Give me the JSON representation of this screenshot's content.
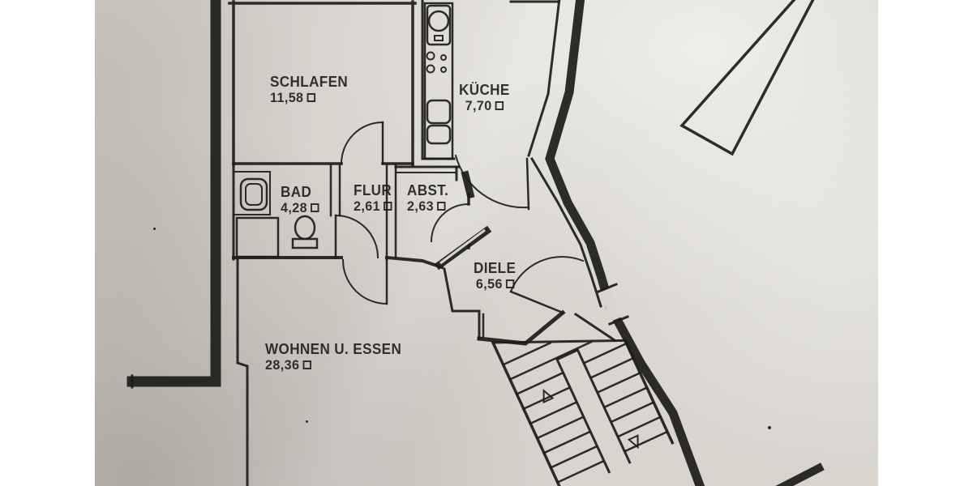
{
  "page": {
    "background_color": "#ffffff",
    "paper_color": "#d8d5cf",
    "ink_color": "#1e1d1b",
    "description_labels": {
      "area_unit_symbol": "sq-box"
    }
  },
  "floorplan": {
    "rooms": [
      {
        "id": "schlafen",
        "label": "SCHLAFEN",
        "area": "11,58"
      },
      {
        "id": "kueche",
        "label": "KÜCHE",
        "area": "7,70"
      },
      {
        "id": "bad",
        "label": "BAD",
        "area": "4,28"
      },
      {
        "id": "flur",
        "label": "FLUR",
        "area": "2,61"
      },
      {
        "id": "abst",
        "label": "ABST.",
        "area": "2,63"
      },
      {
        "id": "diele",
        "label": "DIELE",
        "area": "6,56"
      },
      {
        "id": "wohnen",
        "label": "WOHNEN U. ESSEN",
        "area": "28,36"
      }
    ],
    "fixtures": [
      "kitchen-sink",
      "stove-burners",
      "kitchen-cabinets",
      "washbasin",
      "shower-tray",
      "toilet",
      "staircase",
      "stairs-up-arrow",
      "stairs-down-arrow",
      "north-wedge-mark"
    ]
  }
}
